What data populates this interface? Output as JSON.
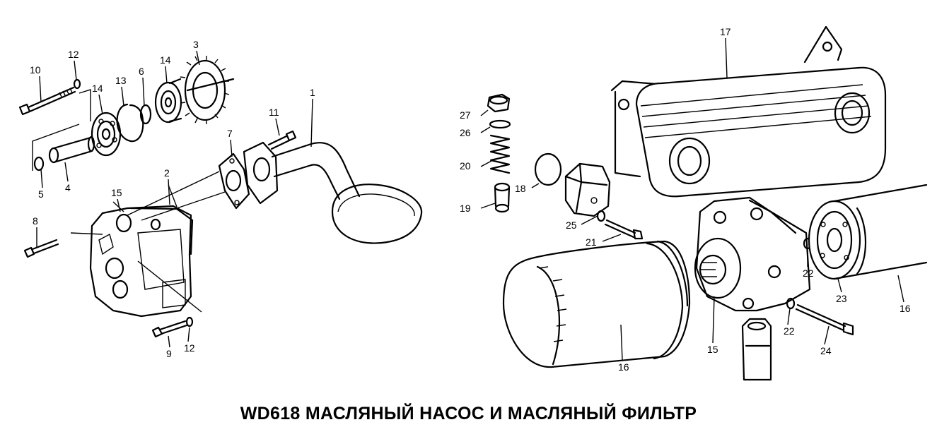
{
  "title": "WD618 МАСЛЯНЫЙ НАСОС И МАСЛЯНЫЙ ФИЛЬТР",
  "callouts": [
    {
      "id": "c10",
      "text": "10"
    },
    {
      "id": "c12a",
      "text": "12"
    },
    {
      "id": "c14a",
      "text": "14"
    },
    {
      "id": "c13",
      "text": "13"
    },
    {
      "id": "c6",
      "text": "6"
    },
    {
      "id": "c14b",
      "text": "14"
    },
    {
      "id": "c3",
      "text": "3"
    },
    {
      "id": "c1",
      "text": "1"
    },
    {
      "id": "c11",
      "text": "11"
    },
    {
      "id": "c7",
      "text": "7"
    },
    {
      "id": "c2",
      "text": "2"
    },
    {
      "id": "c5",
      "text": "5"
    },
    {
      "id": "c4",
      "text": "4"
    },
    {
      "id": "c15a",
      "text": "15"
    },
    {
      "id": "c8",
      "text": "8"
    },
    {
      "id": "c9",
      "text": "9"
    },
    {
      "id": "c12b",
      "text": "12"
    },
    {
      "id": "c27",
      "text": "27"
    },
    {
      "id": "c26",
      "text": "26"
    },
    {
      "id": "c20",
      "text": "20"
    },
    {
      "id": "c19",
      "text": "19"
    },
    {
      "id": "c18",
      "text": "18"
    },
    {
      "id": "c17",
      "text": "17"
    },
    {
      "id": "c25",
      "text": "25"
    },
    {
      "id": "c21",
      "text": "21"
    },
    {
      "id": "c22a",
      "text": "22"
    },
    {
      "id": "c23",
      "text": "23"
    },
    {
      "id": "c16a",
      "text": "16"
    },
    {
      "id": "c22b",
      "text": "22"
    },
    {
      "id": "c24",
      "text": "24"
    },
    {
      "id": "c15b",
      "text": "15"
    },
    {
      "id": "c16b",
      "text": "16"
    }
  ]
}
